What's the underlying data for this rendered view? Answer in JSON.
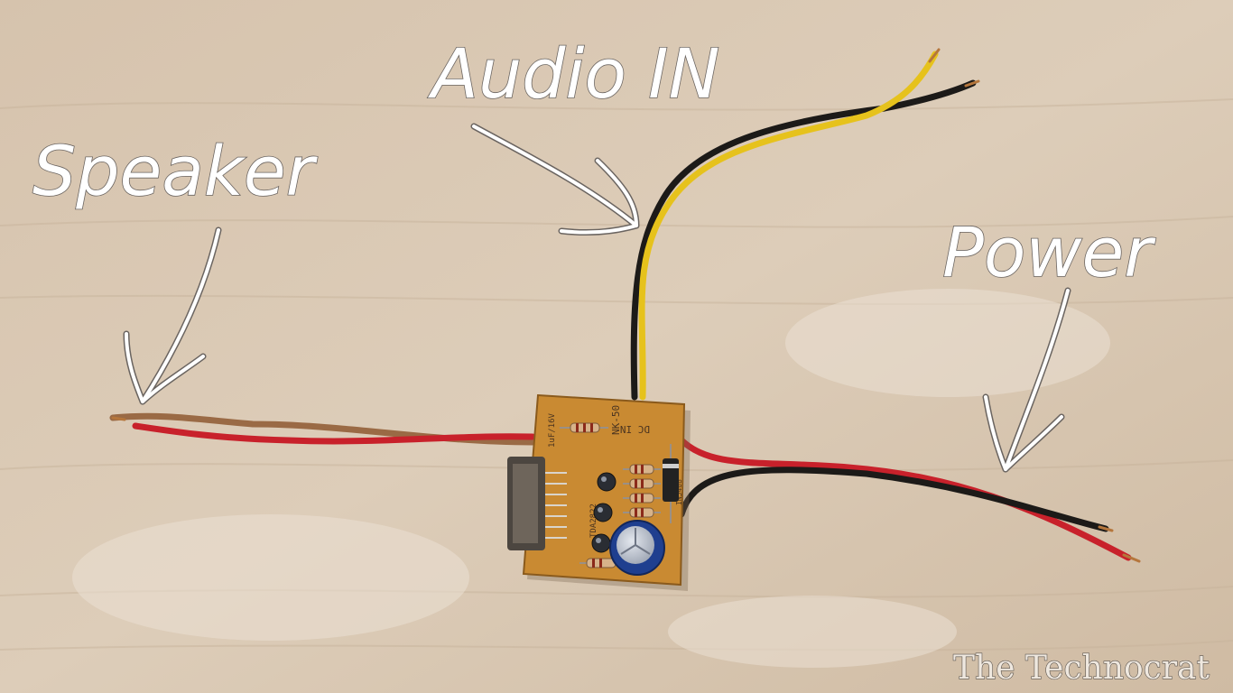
{
  "labels": {
    "audio_in": "Audio IN",
    "speaker": "Speaker",
    "power": "Power"
  },
  "pcb": {
    "model": "NK-50",
    "dc_in": "DC IN",
    "regulator": "IN5408",
    "cap_left": "1uF/16V",
    "ic": "TDA2822"
  },
  "watermark": "The Technocrat",
  "colors": {
    "wire_red": "#c8212b",
    "wire_black": "#1c1a18",
    "wire_yellow": "#e6c21c",
    "wire_brown": "#9a6a45",
    "pcb": "#c98a32",
    "background": "#d9c8b3",
    "annotation": "#ffffff"
  },
  "icons": [
    "arrow-icon",
    "resistor-icon",
    "capacitor-icon",
    "diode-icon",
    "heatsink-icon"
  ]
}
